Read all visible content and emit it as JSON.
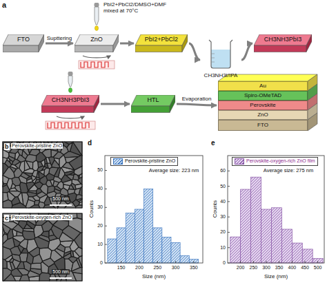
{
  "diagram": {
    "nodes": [
      {
        "text": [
          "FTO"
        ]
      },
      {
        "text": [
          "ZnO"
        ]
      },
      {
        "text": [
          "PbI2+PbCl2"
        ]
      },
      {
        "text": [
          "CH3NH3I/IPA"
        ]
      },
      {
        "text": [
          "CH3NH3PbI3"
        ]
      },
      {
        "text": [
          "CH3NH3PbI3"
        ]
      },
      {
        "text": [
          "HTL"
        ]
      },
      {
        "text": [
          "Au"
        ]
      },
      {
        "text": [
          "Spiro-OMeTAD"
        ]
      },
      {
        "text": [
          "Perovskite"
        ]
      },
      {
        "text": [
          "ZnO"
        ]
      },
      {
        "text": [
          "FTO"
        ]
      }
    ],
    "edges": [
      {
        "from": 0,
        "to": 1,
        "label": "Supttering",
        "arrow": "to"
      },
      {
        "from": 1,
        "to": 2,
        "arrow": "to"
      },
      {
        "from": 2,
        "to": 3,
        "arrow": "to"
      },
      {
        "from": 3,
        "to": 4,
        "arrow": "to"
      },
      {
        "from": 5,
        "to": 6,
        "arrow": "to"
      },
      {
        "from": 6,
        "to": 9,
        "label": "Evaporation",
        "arrow": "to"
      }
    ],
    "labels": [
      "a",
      "PbI2+PbCl2/DMSO+DMF mixed at 70°C",
      "b",
      "Perovskite-pristine ZnO",
      "500 nm",
      "c",
      "Perovskite-oxygen-rich ZnO",
      "500 nm",
      "d",
      "Counts",
      "Size (nm)",
      "Average size: 223 nm",
      "0",
      "10",
      "20",
      "30",
      "40",
      "50",
      "150",
      "200",
      "250",
      "300",
      "350",
      "e",
      "Counts",
      "Size (nm)",
      "Average size: 275 nm",
      "0",
      "10",
      "20",
      "30",
      "40",
      "50",
      "60",
      "200",
      "250",
      "300",
      "350",
      "400",
      "450",
      "500"
    ],
    "legend": [
      {
        "text": "Perovskite-pristine ZnO",
        "color": "#cfe0f3"
      },
      {
        "text": "Perovskite-oxygen-rich ZnO film",
        "color": "#e3d3ee"
      }
    ]
  }
}
